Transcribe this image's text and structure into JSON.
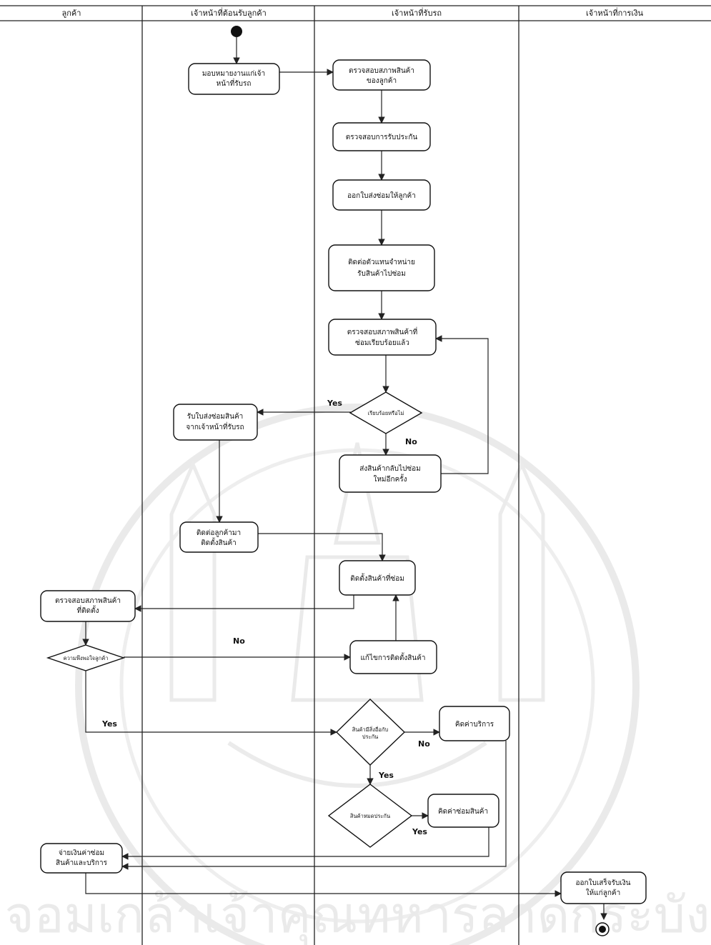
{
  "swimlanes": [
    "ลูกค้า",
    "เจ้าหน้าที่ต้อนรับลูกค้า",
    "เจ้าหน้าที่รับรถ",
    "เจ้าหน้าที่การเงิน"
  ],
  "nodes": {
    "assign": [
      "มอบหมายงานแก่เจ้า",
      "หน้าที่รับรถ"
    ],
    "inspect_product": [
      "ตรวจสอบสภาพสินค้า",
      "ของลูกค้า"
    ],
    "check_warranty": [
      "ตรวจสอบการรับประกัน"
    ],
    "issue_repair_slip": [
      "ออกใบส่งซ่อมให้ลูกค้า"
    ],
    "contact_dealer": [
      "ติดต่อตัวแทนจำหน่าย",
      "รับสินค้าไปซ่อม"
    ],
    "inspect_repaired": [
      "ตรวจสอบสภาพสินค้าที่",
      "ซ่อมเรียบร้อยแล้ว"
    ],
    "decision_done": "เรียบร้อยหรือไม่",
    "send_back": [
      "ส่งสินค้ากลับไปซ่อม",
      "ใหม่อีกครั้ง"
    ],
    "receive_slip": [
      "รับใบส่งซ่อมสินค้า",
      "จากเจ้าหน้าที่รับรถ"
    ],
    "contact_customer": [
      "ติดต่อลูกค้ามา",
      "ติดตั้งสินค้า"
    ],
    "install": [
      "ติดตั้งสินค้าที่ซ่อม"
    ],
    "customer_check": [
      "ตรวจสอบสภาพสินค้า",
      "ที่ติดตั้ง"
    ],
    "decision_satisfied": "ความพึงพอใจลูกค้า",
    "fix_install": [
      "แก้ไขการติดตั้งสินค้า"
    ],
    "decision_insurance": [
      "สินค้ามีสิ่งอื่อกับ",
      "ประกัน"
    ],
    "charge_service": [
      "คิดค่าบริการ"
    ],
    "decision_warranty": "สินค้าหมดประกัน",
    "charge_repair": [
      "คิดค่าซ่อมสินค้า"
    ],
    "pay": [
      "จ่ายเงินค่าซ่อม",
      "สินค้าและบริการ"
    ],
    "receipt": [
      "ออกใบเสร็จรับเงิน",
      "ให้แก่ลูกค้า"
    ]
  },
  "labels": {
    "yes": "Yes",
    "no": "No"
  },
  "watermark": "จอมเกล้าเจ้าคุณทหารลาดกระบัง",
  "colors": {
    "line": "#222222",
    "watermark": "#d9d9d9"
  }
}
